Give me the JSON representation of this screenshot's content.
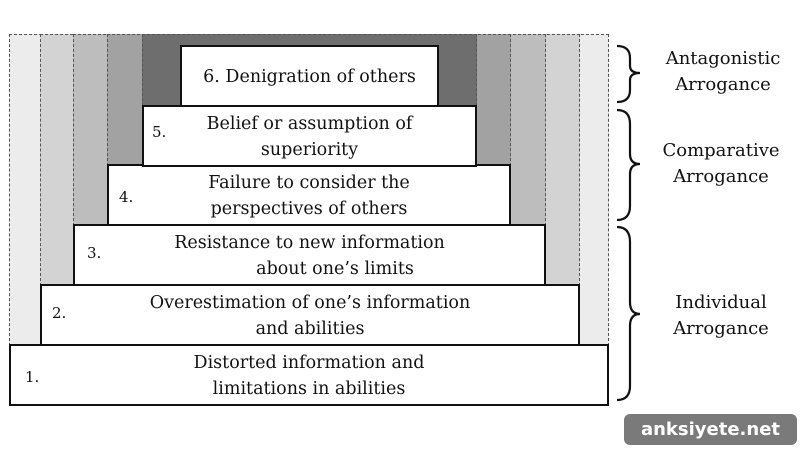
{
  "steps": [
    {
      "number": "1.",
      "line1": "Distorted information and",
      "line2": "limitations in abilities"
    },
    {
      "number": "2.",
      "line1": "Overestimation of one’s information",
      "line2": "and abilities"
    },
    {
      "number": "3.",
      "line1": "Resistance to new information",
      "line2": "about one’s limits"
    },
    {
      "number": "4.",
      "line1": "Failure to consider the",
      "line2": "perspectives of others"
    },
    {
      "number": "5.",
      "line1": "Belief or assumption of",
      "line2": "superiority"
    },
    {
      "number": "6.",
      "text": "6. Denigration of others"
    }
  ],
  "groups": [
    {
      "line1": "Antagonistic",
      "line2": "Arrogance"
    },
    {
      "line1": "Comparative",
      "line2": "Arrogance"
    },
    {
      "line1": "Individual",
      "line2": "Arrogance"
    }
  ],
  "band_colors": [
    "#ececec",
    "#d3d3d3",
    "#b8b8b8",
    "#9c9c9c",
    "#6b6b6b"
  ],
  "watermark": "anksiyete.net"
}
